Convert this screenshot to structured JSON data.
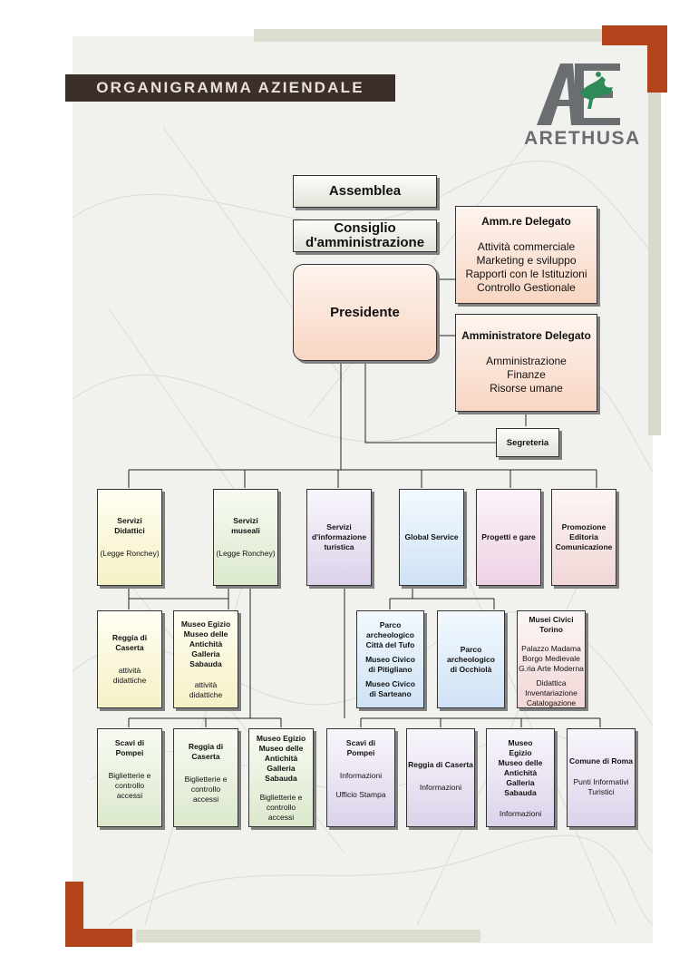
{
  "header": {
    "title": "ORGANIGRAMMA AZIENDALE"
  },
  "logo": {
    "mark": "AE",
    "word": "ARETHUSA"
  },
  "top": {
    "assemblea": "Assemblea",
    "consiglio": "Consiglio d'amministrazione",
    "presidente": "Presidente",
    "segreteria": "Segreteria"
  },
  "delegato1": {
    "title": "Amm.re Delegato",
    "lines": [
      "Attività commerciale",
      "Marketing e sviluppo",
      "Rapporti con le Istituzioni",
      "Controllo Gestionale"
    ]
  },
  "delegato2": {
    "title": "Amministratore Delegato",
    "lines": [
      "Amministrazione",
      "Finanze",
      "Risorse umane"
    ]
  },
  "services": {
    "didattici": {
      "title": "Servizi Didattici",
      "note": "(Legge Ronchey)"
    },
    "museali": {
      "title": "Servizi museali",
      "note": "(Legge Ronchey)"
    },
    "informazione": {
      "title": "Servizi d'informazione turistica"
    },
    "global": {
      "title": "Global Service"
    },
    "progetti": {
      "title": "Progetti e gare"
    },
    "promozione": {
      "title": "Promozione Editoria Comunicazione"
    }
  },
  "level3": {
    "reggia_didattica": {
      "title": "Reggia di Caserta",
      "note": "attività didattiche"
    },
    "egizio_didattica": {
      "title": "Museo Egizio Museo delle Antichità Galleria Sabauda",
      "note": "attività didattiche"
    },
    "parco_tufo": {
      "l1": "Parco archeologico Città del Tufo",
      "l2": "Museo Civico di Pitigliano",
      "l3": "Museo Civico di Sarteano"
    },
    "parco_occhiola": {
      "title": "Parco archeologico di Occhiolà"
    },
    "torino": {
      "title": "Musei Civici Torino",
      "lines": [
        "Palazzo Madama",
        "Borgo Medievale",
        "G.ria Arte Moderna"
      ],
      "extra": [
        "Didattica",
        "Inventariazione",
        "Catalogazione"
      ]
    }
  },
  "level4": {
    "pompei_museali": {
      "title": "Scavi di Pompei",
      "note": "Biglietterie e controllo accessi"
    },
    "reggia_museali": {
      "title": "Reggia di Caserta",
      "note": "Biglietterie e controllo accessi"
    },
    "egizio_museali": {
      "title": "Museo Egizio Museo delle Antichità Galleria Sabauda",
      "note": "Biglietterie e controllo accessi"
    },
    "pompei_info": {
      "title": "Scavi di Pompei",
      "note1": "Informazioni",
      "note2": "Ufficio Stampa"
    },
    "reggia_info": {
      "title": "Reggia di Caserta",
      "note": "Informazioni"
    },
    "egizio_info": {
      "title": "Museo Egizio Museo delle Antichità Galleria Sabauda",
      "note": "Informazioni"
    },
    "roma_info": {
      "title": "Comune di Roma",
      "note": "Punti Informativi Turistici"
    }
  }
}
